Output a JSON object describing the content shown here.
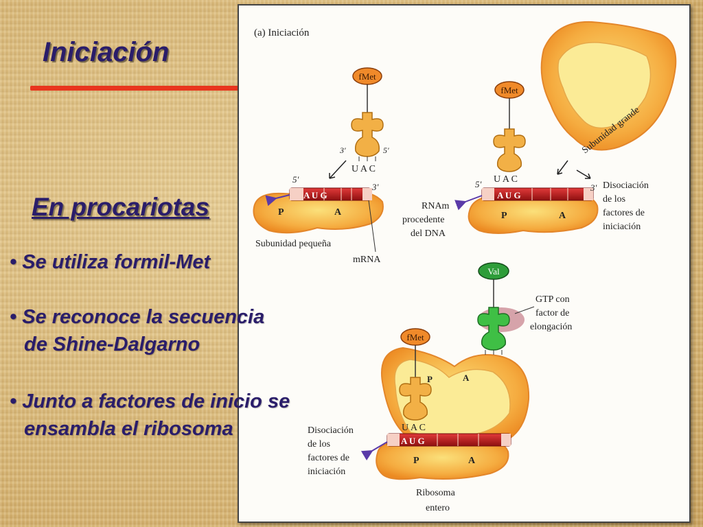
{
  "slide": {
    "title": "Iniciación",
    "subtitle": "En procariotas",
    "bullets": [
      {
        "line1": "• Se utiliza formil-Met",
        "line2": ""
      },
      {
        "line1": "• Se reconoce la secuencia",
        "line2": "de Shine-Dalgarno"
      },
      {
        "line1": "• Junto a factores de inicio se",
        "line2": "ensambla el ribosoma"
      }
    ]
  },
  "figure": {
    "panel_label": "(a) Iniciación",
    "fmet": "fMet",
    "val": "Val",
    "anticodon": "U A C",
    "codon": "A U G",
    "site_p": "P",
    "site_a": "A",
    "five_prime": "5'",
    "three_prime": "3'",
    "small_subunit": "Subunidad pequeña",
    "mrna": "mRNA",
    "large_subunit": "Subunidad grande",
    "mrna_from_dna": [
      "RNAm",
      "procedente",
      "del DNA"
    ],
    "dissociation": [
      "Disociación",
      "de los",
      "factores de",
      "iniciación"
    ],
    "gtp_factor": [
      "GTP con",
      "factor de",
      "elongación"
    ],
    "ribosome": [
      "Ribosoma",
      "entero"
    ]
  },
  "colors": {
    "text_dark_blue": "#2a1d6a",
    "underline_red": "#e8351e",
    "ribosome_orange": "#f4a63c",
    "ribosome_inner": "#fbe98a",
    "mrna_red": "#b21c1c",
    "trna_green": "#2e9d3a",
    "arrow_purple": "#5a3aa8"
  }
}
